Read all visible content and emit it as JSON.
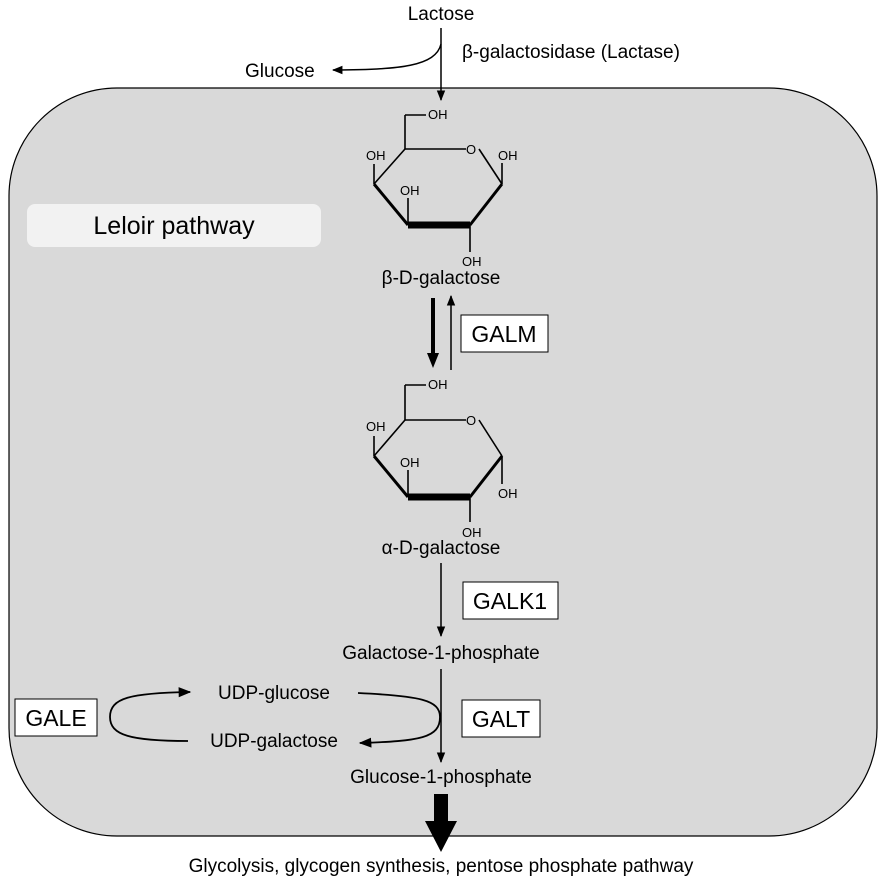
{
  "pathway_title": "Leloir pathway",
  "substrates": {
    "lactose": "Lactose",
    "glucose": "Glucose",
    "beta_galactose": "β-D-galactose",
    "alpha_galactose": "α-D-galactose",
    "gal1p": "Galactose-1-phosphate",
    "udp_glucose": "UDP-glucose",
    "udp_galactose": "UDP-galactose",
    "glc1p": "Glucose-1-phosphate",
    "downstream": "Glycolysis, glycogen synthesis, pentose phosphate pathway"
  },
  "enzymes": {
    "lactase": "β-galactosidase (Lactase)",
    "galm": "GALM",
    "galk1": "GALK1",
    "galt": "GALT",
    "gale": "GALE"
  },
  "ring_atoms": {
    "hydroxyl": "OH",
    "ring_oxygen": "O"
  },
  "colors": {
    "cell_fill": "#d9d9d9",
    "cell_stroke": "#000000",
    "title_box_fill": "#f2f2f2",
    "enzyme_box_fill": "#ffffff"
  }
}
